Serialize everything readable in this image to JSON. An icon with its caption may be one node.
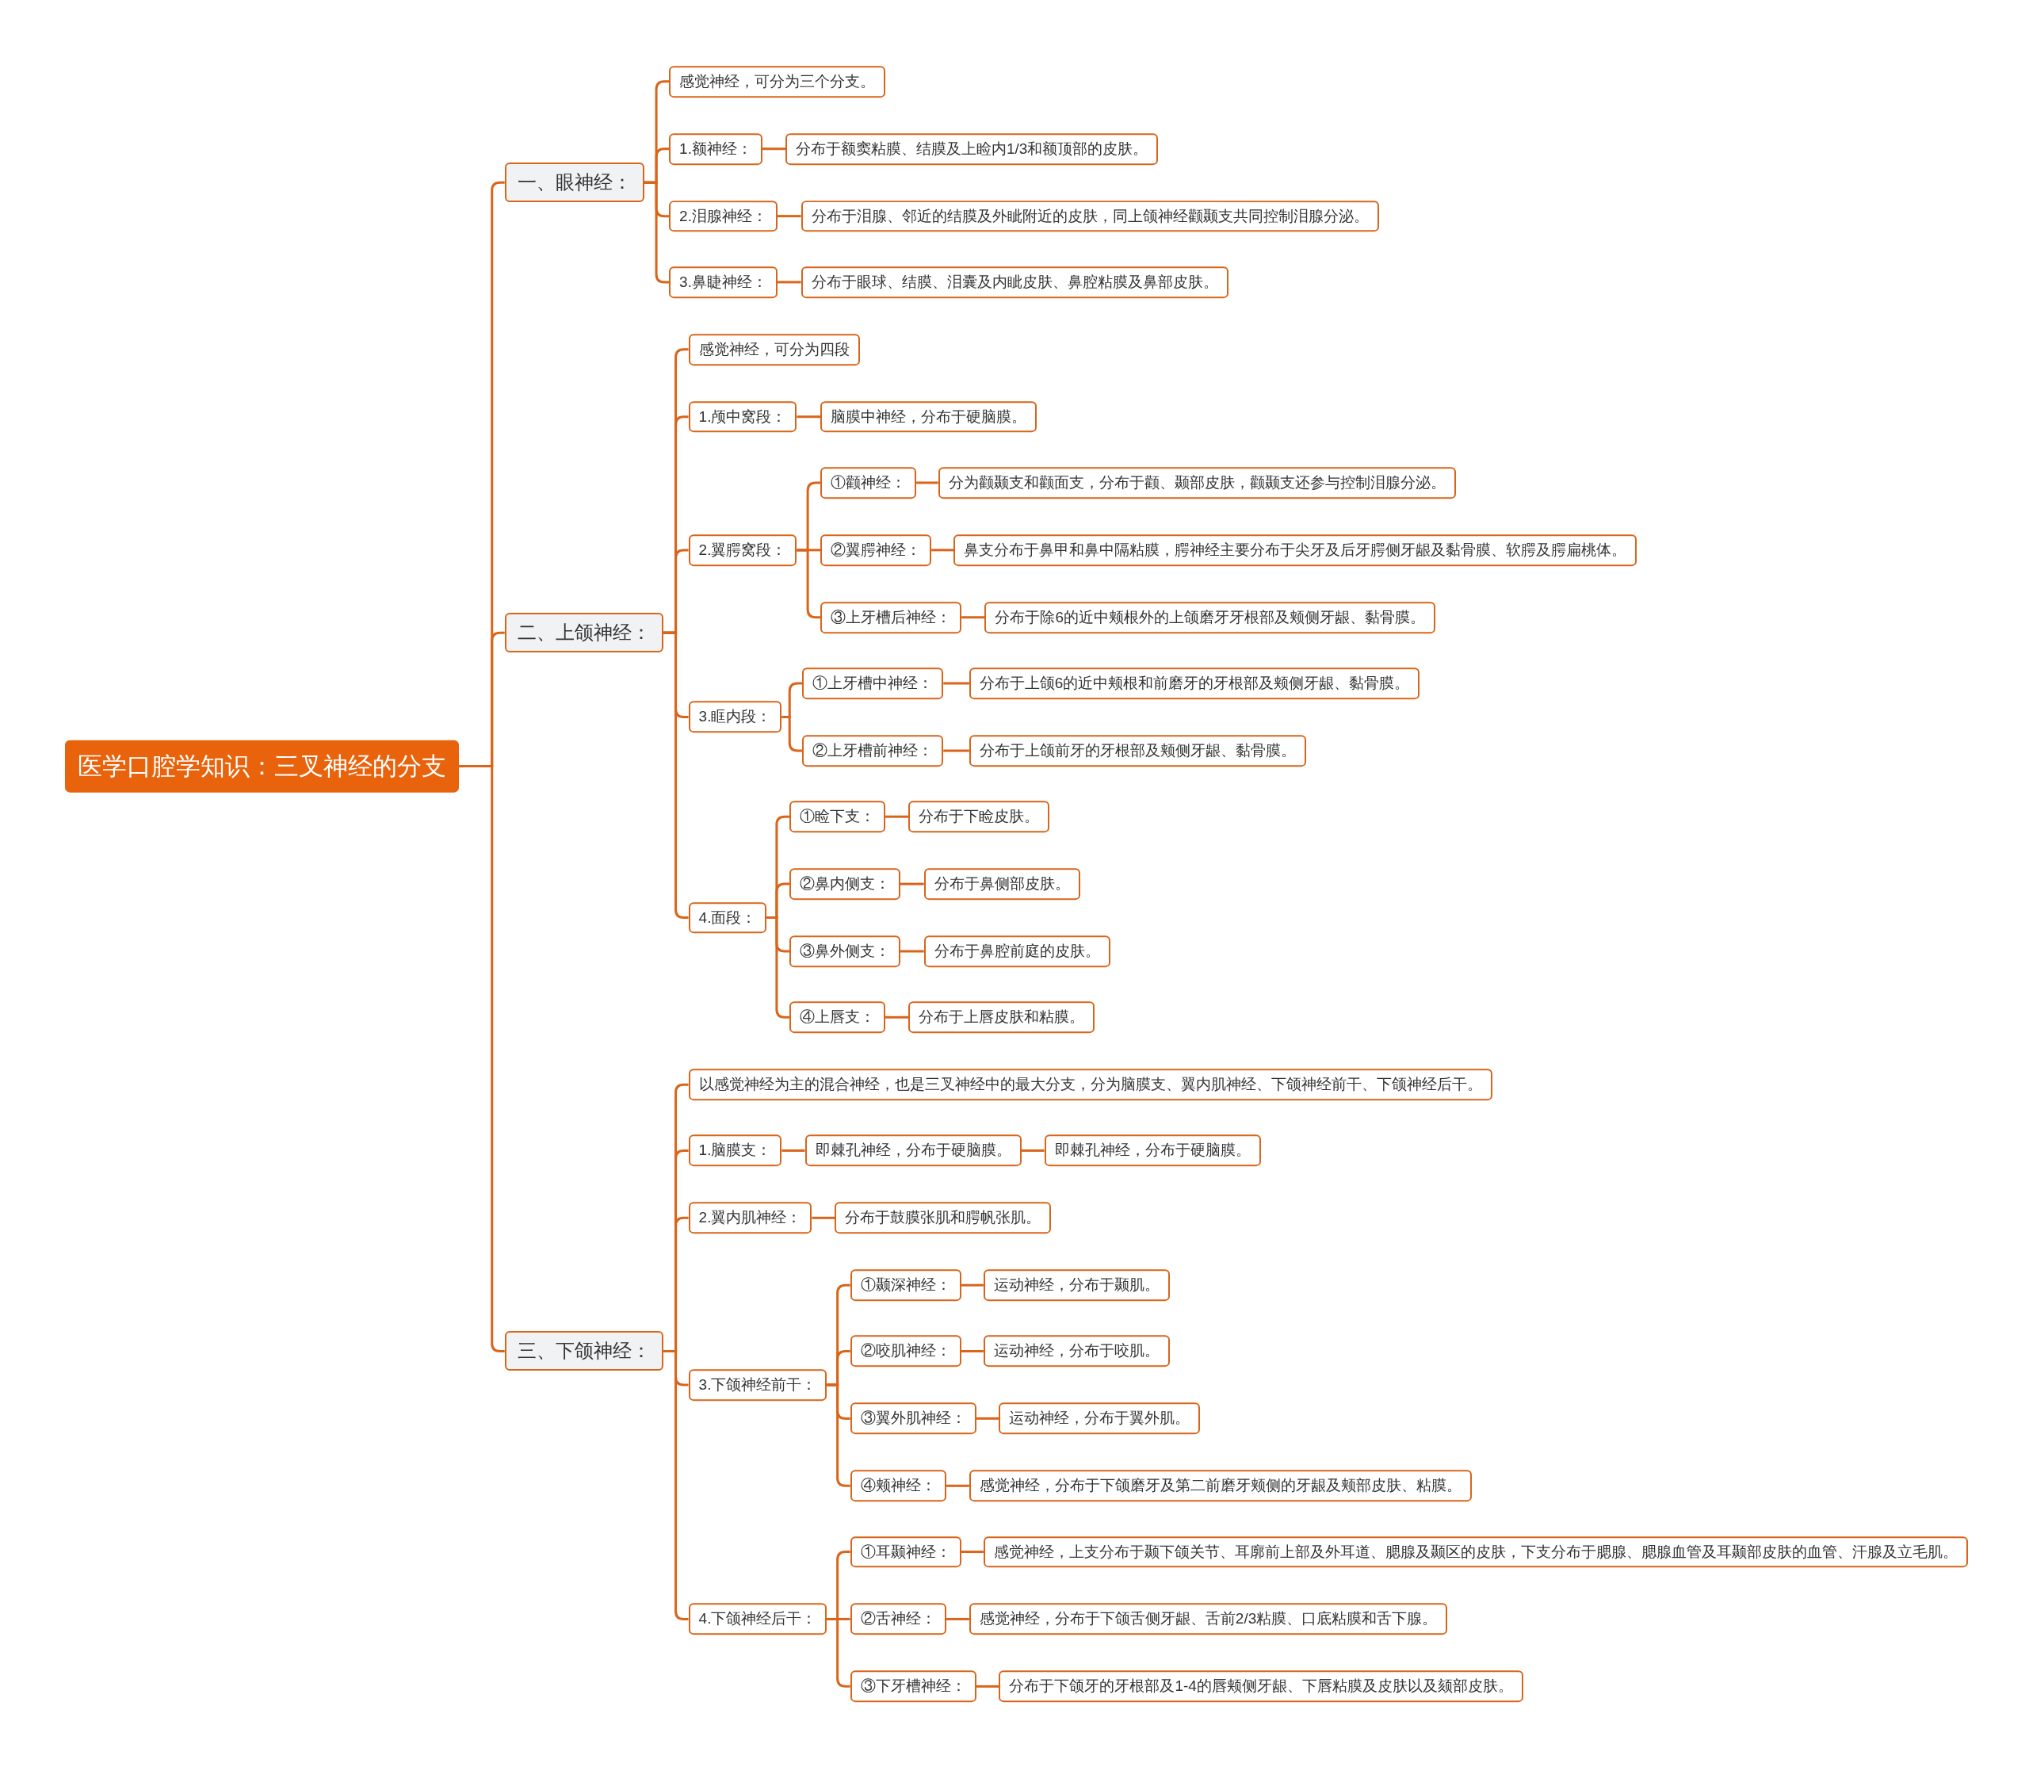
{
  "diagram": {
    "nodes": [
      {
        "text": [
          "医学口腔学知识：三叉神经的分支"
        ]
      },
      {
        "text": [
          "一、眼神经："
        ]
      },
      {
        "text": [
          "感觉神经，可分为三个分支。"
        ]
      },
      {
        "text": [
          "1.额神经："
        ]
      },
      {
        "text": [
          "分布于额窦粘膜、结膜及上睑内1/3和额顶部的皮肤。"
        ]
      },
      {
        "text": [
          "2.泪腺神经："
        ]
      },
      {
        "text": [
          "分布于泪腺、邻近的结膜及外眦附近的皮肤，同上颌神经颧颞支共同控制泪腺分泌。"
        ]
      },
      {
        "text": [
          "3.鼻睫神经："
        ]
      },
      {
        "text": [
          "分布于眼球、结膜、泪囊及内眦皮肤、鼻腔粘膜及鼻部皮肤。"
        ]
      },
      {
        "text": [
          "二、上颌神经："
        ]
      },
      {
        "text": [
          "感觉神经，可分为四段"
        ]
      },
      {
        "text": [
          "1.颅中窝段："
        ]
      },
      {
        "text": [
          "脑膜中神经，分布于硬脑膜。"
        ]
      },
      {
        "text": [
          "2.翼腭窝段："
        ]
      },
      {
        "text": [
          "①颧神经："
        ]
      },
      {
        "text": [
          "分为颧颞支和颧面支，分布于颧、颞部皮肤，颧颞支还参与控制泪腺分泌。"
        ]
      },
      {
        "text": [
          "②翼腭神经："
        ]
      },
      {
        "text": [
          "鼻支分布于鼻甲和鼻中隔粘膜，腭神经主要分布于尖牙及后牙腭侧牙龈及黏骨膜、软腭及腭扁桃体。"
        ]
      },
      {
        "text": [
          "③上牙槽后神经："
        ]
      },
      {
        "text": [
          "分布于除6的近中颊根外的上颌磨牙牙根部及颊侧牙龈、黏骨膜。"
        ]
      },
      {
        "text": [
          "3.眶内段："
        ]
      },
      {
        "text": [
          "①上牙槽中神经："
        ]
      },
      {
        "text": [
          "分布于上颌6的近中颊根和前磨牙的牙根部及颊侧牙龈、黏骨膜。"
        ]
      },
      {
        "text": [
          "②上牙槽前神经："
        ]
      },
      {
        "text": [
          "分布于上颌前牙的牙根部及颊侧牙龈、黏骨膜。"
        ]
      },
      {
        "text": [
          "4.面段："
        ]
      },
      {
        "text": [
          "①睑下支："
        ]
      },
      {
        "text": [
          "分布于下睑皮肤。"
        ]
      },
      {
        "text": [
          "②鼻内侧支："
        ]
      },
      {
        "text": [
          "分布于鼻侧部皮肤。"
        ]
      },
      {
        "text": [
          "③鼻外侧支："
        ]
      },
      {
        "text": [
          "分布于鼻腔前庭的皮肤。"
        ]
      },
      {
        "text": [
          "④上唇支："
        ]
      },
      {
        "text": [
          "分布于上唇皮肤和粘膜。"
        ]
      },
      {
        "text": [
          "三、下颌神经："
        ]
      },
      {
        "text": [
          "以感觉神经为主的混合神经，也是三叉神经中的最大分支，分为脑膜支、翼内肌神经、下颌神经前干、下颌神经后干。"
        ]
      },
      {
        "text": [
          "1.脑膜支："
        ]
      },
      {
        "text": [
          "即棘孔神经，分布于硬脑膜。"
        ]
      },
      {
        "text": [
          "即棘孔神经，分布于硬脑膜。"
        ]
      },
      {
        "text": [
          "2.翼内肌神经："
        ]
      },
      {
        "text": [
          "分布于鼓膜张肌和腭帆张肌。"
        ]
      },
      {
        "text": [
          "3.下颌神经前干："
        ]
      },
      {
        "text": [
          "①颞深神经："
        ]
      },
      {
        "text": [
          "运动神经，分布于颞肌。"
        ]
      },
      {
        "text": [
          "②咬肌神经："
        ]
      },
      {
        "text": [
          "运动神经，分布于咬肌。"
        ]
      },
      {
        "text": [
          "③翼外肌神经："
        ]
      },
      {
        "text": [
          "运动神经，分布于翼外肌。"
        ]
      },
      {
        "text": [
          "④颊神经："
        ]
      },
      {
        "text": [
          "感觉神经，分布于下颌磨牙及第二前磨牙颊侧的牙龈及颊部皮肤、粘膜。"
        ]
      },
      {
        "text": [
          "4.下颌神经后干："
        ]
      },
      {
        "text": [
          "①耳颞神经："
        ]
      },
      {
        "text": [
          "感觉神经，上支分布于颞下颌关节、耳廓前上部及外耳道、腮腺及颞区的皮肤，下支分布于腮腺、腮腺血管及耳颞部皮肤的血管、汗腺及立毛肌。"
        ]
      },
      {
        "text": [
          "②舌神经："
        ]
      },
      {
        "text": [
          "感觉神经，分布于下颌舌侧牙龈、舌前2/3粘膜、口底粘膜和舌下腺。"
        ]
      },
      {
        "text": [
          "③下牙槽神经："
        ]
      },
      {
        "text": [
          "分布于下颌牙的牙根部及1-4的唇颊侧牙龈、下唇粘膜及皮肤以及颏部皮肤。"
        ]
      }
    ],
    "edges": [
      {
        "from": 0,
        "to": 1,
        "arrow": "none"
      },
      {
        "from": 1,
        "to": 2,
        "arrow": "none"
      },
      {
        "from": 1,
        "to": 3,
        "arrow": "none"
      },
      {
        "from": 3,
        "to": 4,
        "arrow": "none"
      },
      {
        "from": 1,
        "to": 5,
        "arrow": "none"
      },
      {
        "from": 5,
        "to": 6,
        "arrow": "none"
      },
      {
        "from": 1,
        "to": 7,
        "arrow": "none"
      },
      {
        "from": 7,
        "to": 8,
        "arrow": "none"
      },
      {
        "from": 0,
        "to": 9,
        "arrow": "none"
      },
      {
        "from": 9,
        "to": 10,
        "arrow": "none"
      },
      {
        "from": 9,
        "to": 11,
        "arrow": "none"
      },
      {
        "from": 11,
        "to": 12,
        "arrow": "none"
      },
      {
        "from": 9,
        "to": 13,
        "arrow": "none"
      },
      {
        "from": 13,
        "to": 14,
        "arrow": "none"
      },
      {
        "from": 14,
        "to": 15,
        "arrow": "none"
      },
      {
        "from": 13,
        "to": 16,
        "arrow": "none"
      },
      {
        "from": 16,
        "to": 17,
        "arrow": "none"
      },
      {
        "from": 13,
        "to": 18,
        "arrow": "none"
      },
      {
        "from": 18,
        "to": 19,
        "arrow": "none"
      },
      {
        "from": 9,
        "to": 20,
        "arrow": "none"
      },
      {
        "from": 20,
        "to": 21,
        "arrow": "none"
      },
      {
        "from": 21,
        "to": 22,
        "arrow": "none"
      },
      {
        "from": 20,
        "to": 23,
        "arrow": "none"
      },
      {
        "from": 23,
        "to": 24,
        "arrow": "none"
      },
      {
        "from": 9,
        "to": 25,
        "arrow": "none"
      },
      {
        "from": 25,
        "to": 26,
        "arrow": "none"
      },
      {
        "from": 26,
        "to": 27,
        "arrow": "none"
      },
      {
        "from": 25,
        "to": 28,
        "arrow": "none"
      },
      {
        "from": 28,
        "to": 29,
        "arrow": "none"
      },
      {
        "from": 25,
        "to": 30,
        "arrow": "none"
      },
      {
        "from": 30,
        "to": 31,
        "arrow": "none"
      },
      {
        "from": 25,
        "to": 32,
        "arrow": "none"
      },
      {
        "from": 32,
        "to": 33,
        "arrow": "none"
      },
      {
        "from": 0,
        "to": 34,
        "arrow": "none"
      },
      {
        "from": 34,
        "to": 35,
        "arrow": "none"
      },
      {
        "from": 34,
        "to": 36,
        "arrow": "none"
      },
      {
        "from": 36,
        "to": 37,
        "arrow": "none"
      },
      {
        "from": 37,
        "to": 38,
        "arrow": "none"
      },
      {
        "from": 34,
        "to": 39,
        "arrow": "none"
      },
      {
        "from": 39,
        "to": 40,
        "arrow": "none"
      },
      {
        "from": 34,
        "to": 41,
        "arrow": "none"
      },
      {
        "from": 41,
        "to": 42,
        "arrow": "none"
      },
      {
        "from": 42,
        "to": 43,
        "arrow": "none"
      },
      {
        "from": 41,
        "to": 44,
        "arrow": "none"
      },
      {
        "from": 44,
        "to": 45,
        "arrow": "none"
      },
      {
        "from": 41,
        "to": 46,
        "arrow": "none"
      },
      {
        "from": 46,
        "to": 47,
        "arrow": "none"
      },
      {
        "from": 41,
        "to": 48,
        "arrow": "none"
      },
      {
        "from": 48,
        "to": 49,
        "arrow": "none"
      },
      {
        "from": 34,
        "to": 50,
        "arrow": "none"
      },
      {
        "from": 50,
        "to": 51,
        "arrow": "none"
      },
      {
        "from": 51,
        "to": 52,
        "arrow": "none"
      },
      {
        "from": 50,
        "to": 53,
        "arrow": "none"
      },
      {
        "from": 53,
        "to": 54,
        "arrow": "none"
      },
      {
        "from": 50,
        "to": 55,
        "arrow": "none"
      },
      {
        "from": 55,
        "to": 56,
        "arrow": "none"
      }
    ]
  }
}
